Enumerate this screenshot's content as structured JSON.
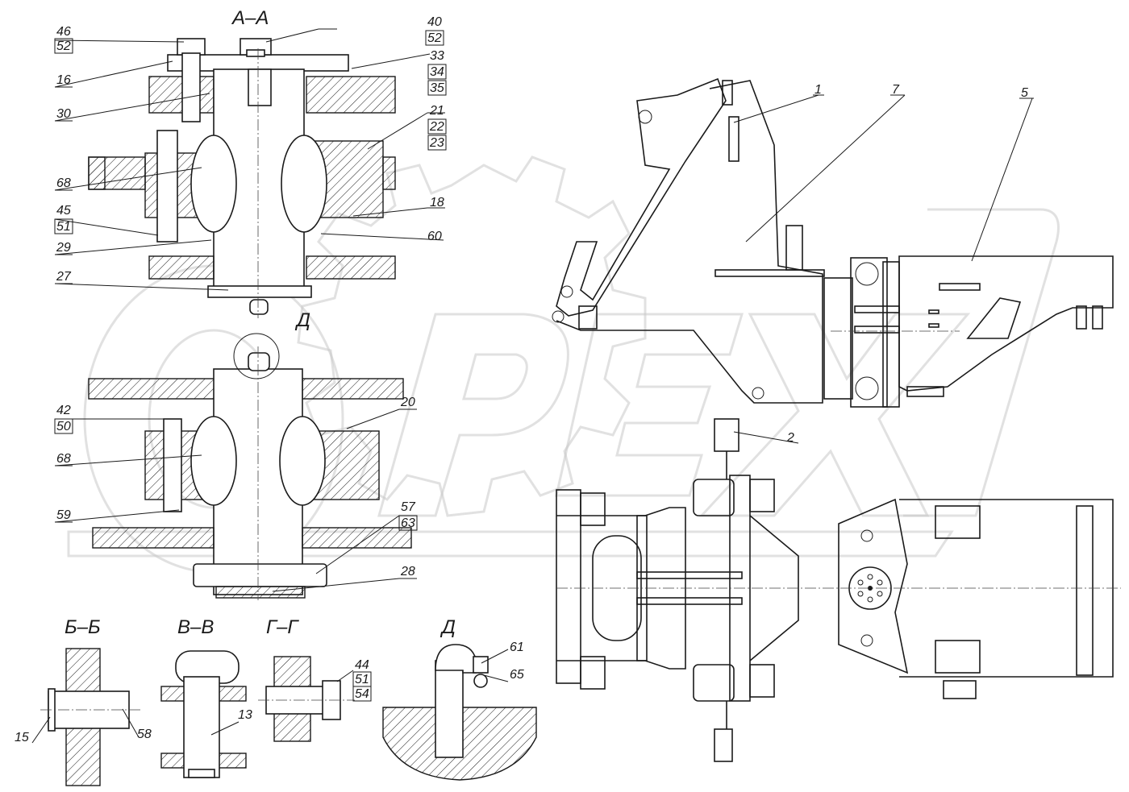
{
  "sections": {
    "aa": "А–А",
    "bb": "Б–Б",
    "vv": "В–В",
    "gg": "Г–Г",
    "d_main": "Д",
    "d_detail": "Д"
  },
  "watermark": "ОРЕХ",
  "callouts": {
    "c46": "46",
    "c52a": "52",
    "c40": "40",
    "c52b": "52",
    "c33": "33",
    "c34": "34",
    "c35": "35",
    "c16": "16",
    "c30": "30",
    "c21": "21",
    "c22": "22",
    "c23": "23",
    "c68a": "68",
    "c18": "18",
    "c45": "45",
    "c51a": "51",
    "c60": "60",
    "c29": "29",
    "c27": "27",
    "c42": "42",
    "c50": "50",
    "c20": "20",
    "c68b": "68",
    "c59": "59",
    "c57": "57",
    "c63": "63",
    "c28": "28",
    "c15": "15",
    "c58": "58",
    "c13": "13",
    "c44": "44",
    "c51b": "51",
    "c54": "54",
    "c61": "61",
    "c65": "65",
    "c1": "1",
    "c7": "7",
    "c5": "5",
    "c2": "2"
  },
  "colors": {
    "line": "#1a1a1a",
    "watermark": "#c9c9c9",
    "background": "#ffffff"
  }
}
